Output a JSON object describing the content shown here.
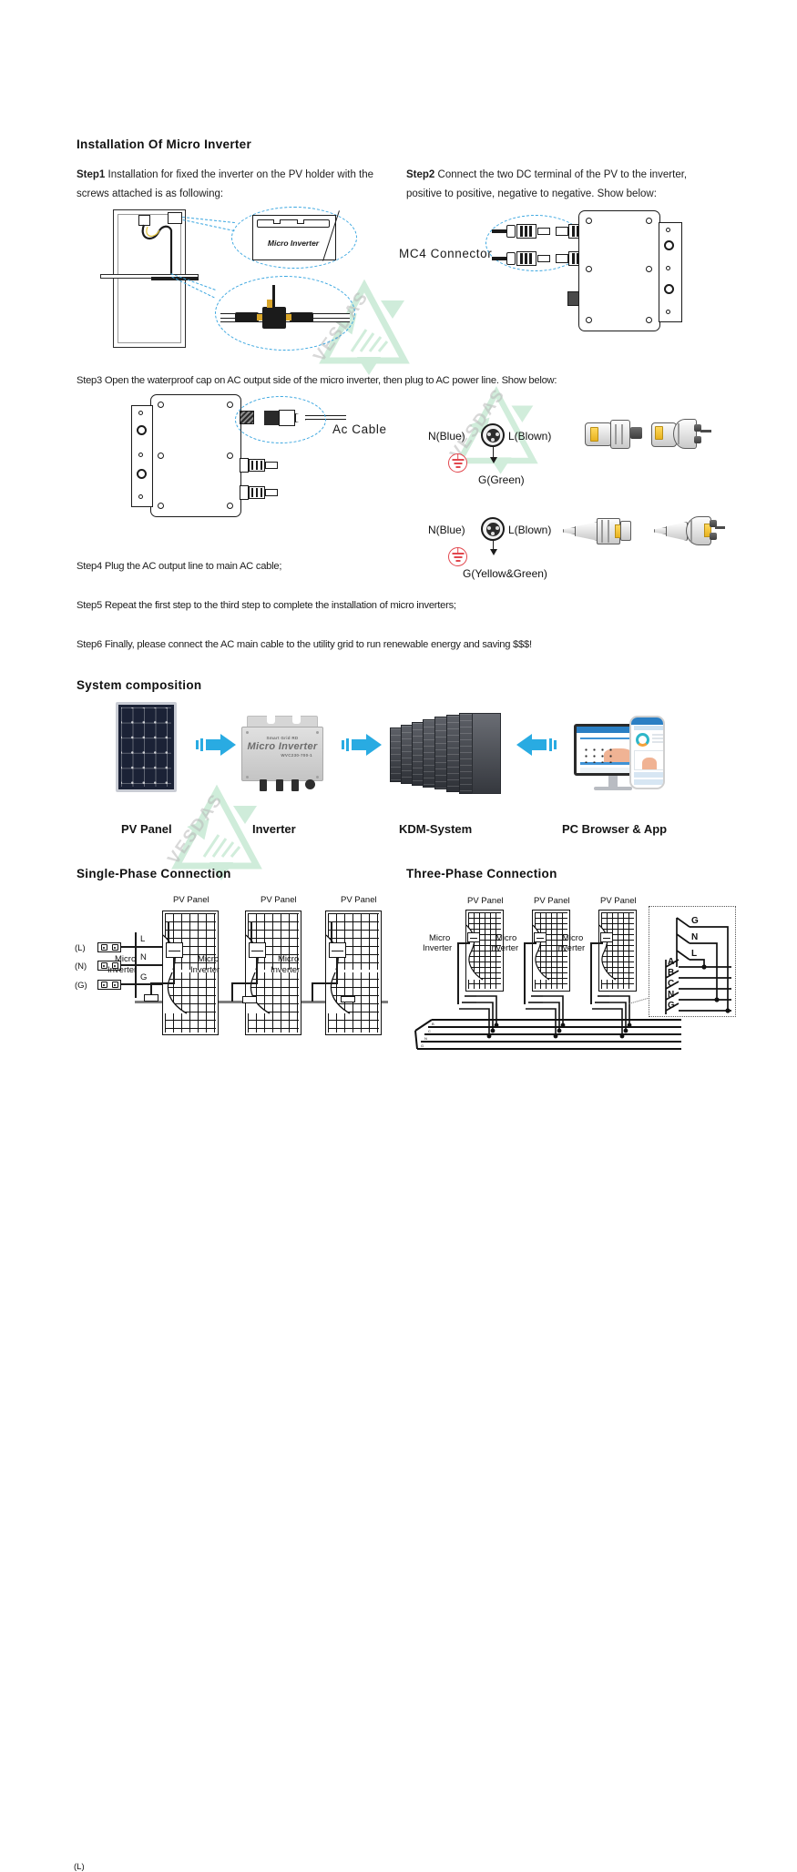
{
  "document": {
    "title": "Installation Of Micro Inverter",
    "watermark_text": "VESDAS"
  },
  "steps": [
    {
      "id": "step1",
      "label": "Step1",
      "text": "Installation for fixed the inverter on the PV holder with the screws attached is as following:"
    },
    {
      "id": "step2",
      "label": "Step2",
      "text": "Connect the two DC terminal of the PV to the inverter, positive to positive, negative to negative. Show below:"
    },
    {
      "id": "step3",
      "label": "Step3",
      "text": "Open the waterproof cap on AC output side of the micro inverter, then plug to AC power line. Show below:"
    },
    {
      "id": "step4",
      "label": "Step4",
      "text": "Plug the AC output line to main AC cable;"
    },
    {
      "id": "step5",
      "label": "Step5",
      "text": "Repeat the first step to the third step to complete the installation of micro inverters;"
    },
    {
      "id": "step6",
      "label": "Step6",
      "text": "Finally, please connect the AC main cable to the utility grid  to run renewable energy and saving $$$!"
    }
  ],
  "figures": {
    "step1_device_label": "Micro Inverter",
    "step2_callout": "MC4 Connector",
    "step3_callout": "Ac Cable"
  },
  "ac_connectors": {
    "row1": {
      "neutral": "N(Blue)",
      "line": "L(Blown)",
      "ground": "G(Green)"
    },
    "row2": {
      "neutral": "N(Blue)",
      "line": "L(Blown)",
      "ground": "G(Yellow&Green)"
    }
  },
  "system_composition": {
    "heading": "System composition",
    "items": [
      {
        "name": "PV Panel",
        "icon": "solar-panel-photo"
      },
      {
        "name": "Inverter",
        "icon": "micro-inverter-photo"
      },
      {
        "name": "KDM-System",
        "icon": "server-rack-photo"
      },
      {
        "name": "PC Browser & App",
        "icon": "monitor-phone-photo"
      }
    ],
    "arrows": [
      "arrow-right",
      "arrow-right",
      "arrow-left"
    ],
    "accent_color": "#29ABE2",
    "inverter_brand_small": "Smart Grid RD",
    "inverter_brand": "Micro Inverter",
    "inverter_model": "WVC230-700-1"
  },
  "single_phase": {
    "heading": "Single-Phase Connection",
    "terminals": [
      {
        "tag": "(L)",
        "label": "L"
      },
      {
        "tag": "(N)",
        "label": "N"
      },
      {
        "tag": "(G)",
        "label": "G"
      }
    ],
    "panels": [
      {
        "panel_label": "PV Panel",
        "inverter_label_line1": "Micro",
        "inverter_label_line2": "Inverter"
      },
      {
        "panel_label": "PV Panel",
        "inverter_label_line1": "Micro",
        "inverter_label_line2": "Inverter"
      },
      {
        "panel_label": "PV Panel",
        "inverter_label_line1": "Micro",
        "inverter_label_line2": "Inverter"
      }
    ]
  },
  "three_phase": {
    "heading": "Three-Phase Connection",
    "panels": [
      {
        "panel_label": "PV Panel",
        "inverter_label_line1": "Micro",
        "inverter_label_line2": "Inverter"
      },
      {
        "panel_label": "PV Panel",
        "inverter_label_line1": "Micro",
        "inverter_label_line2": "Inverter"
      },
      {
        "panel_label": "PV Panel",
        "inverter_label_line1": "Micro",
        "inverter_label_line2": "Inverter"
      }
    ],
    "detail_top_labels": [
      "G",
      "N",
      "L"
    ],
    "detail_bus_labels": [
      "A",
      "B",
      "C",
      "N",
      "G"
    ]
  }
}
